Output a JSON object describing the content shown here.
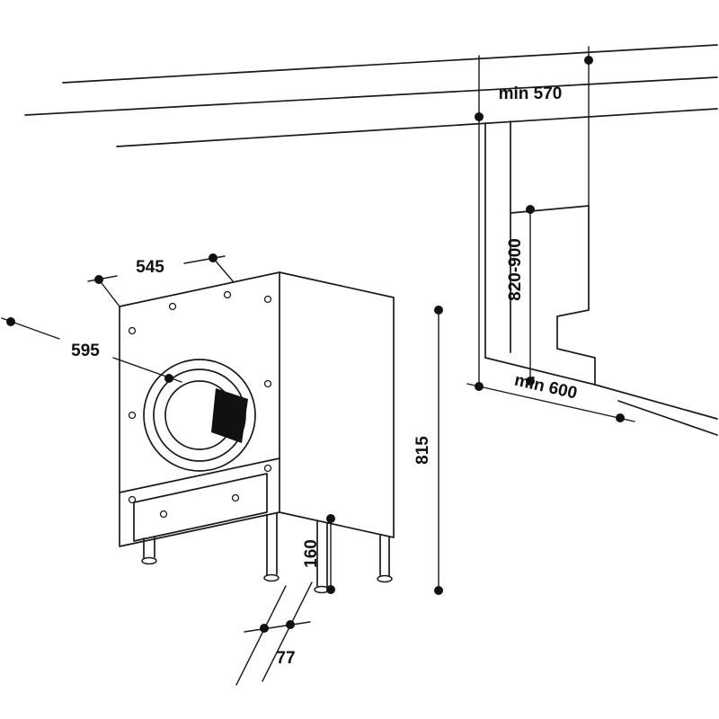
{
  "diagram": {
    "labels": {
      "min_570": "min 570",
      "range_820_900": "820-900",
      "dim_545": "545",
      "dim_595": "595",
      "min_600": "min 600",
      "dim_815": "815",
      "dim_160": "160",
      "dim_77": "77"
    },
    "colors": {
      "line": "#1a1a1a",
      "background": "#ffffff",
      "door_handle_fill": "#111111"
    }
  }
}
